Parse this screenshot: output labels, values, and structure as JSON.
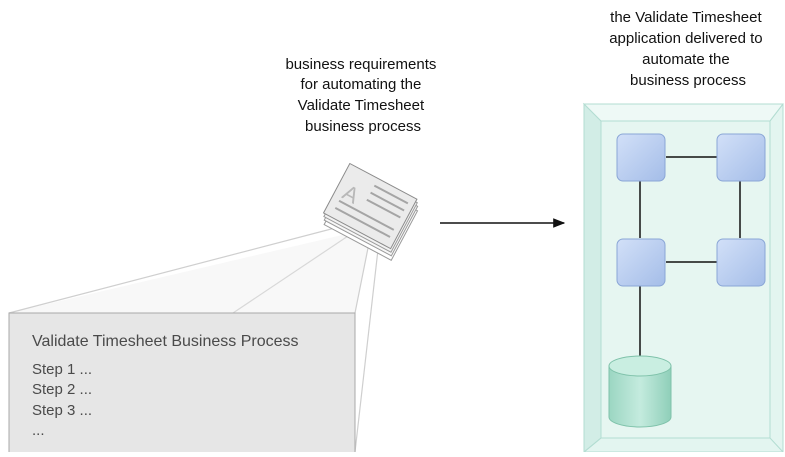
{
  "left_caption": {
    "lines": [
      "business requirements",
      "for automating the",
      "Validate Timesheet",
      "business process"
    ]
  },
  "right_caption": {
    "lines": [
      "the Validate Timesheet",
      "application delivered to",
      "automate the",
      "business process"
    ]
  },
  "document_icon": {
    "glyph": "A",
    "icon": "document-stack-icon"
  },
  "process_box": {
    "title": "Validate Timesheet Business Process",
    "steps": [
      "Step 1 ...",
      "Step 2 ...",
      "Step 3 ...",
      "..."
    ]
  },
  "application": {
    "icon": "application-container-icon",
    "component_icon": "component-block-icon",
    "database_icon": "database-cylinder-icon"
  },
  "colors": {
    "arrow": "#111111",
    "container_fill": "#dff3ee",
    "component_fill": "#b9cff0",
    "database_fill": "#9fd9c6",
    "process_box_fill": "#e6e6e6"
  }
}
